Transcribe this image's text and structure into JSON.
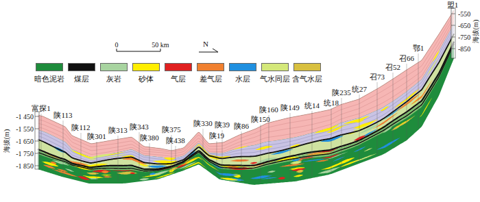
{
  "diagram": {
    "labels": [
      "富探1",
      "陕113",
      "陕112",
      "陕301",
      "陕313",
      "陕343",
      "陕380",
      "陕375",
      "陕438",
      "陕330",
      "陕19",
      "陕39",
      "陕86",
      "陕150",
      "陕160",
      "陕149",
      "统14",
      "统18",
      "陕235",
      "统27",
      "召73",
      "召52",
      "召66",
      "鄂1",
      "盟1",
      "-1 450",
      "-1 550",
      "-1 650",
      "-1 750",
      "-1 850",
      "海拔(m)",
      "-550",
      "-650",
      "-750",
      "-850",
      "海拔(m)",
      "0",
      "50 km",
      "N"
    ],
    "legend": [
      {
        "text": "暗色泥岩",
        "color": "#1e8c3c"
      },
      {
        "text": "煤层",
        "color": "#111111"
      },
      {
        "text": "灰岩",
        "color": "#a8d4a0"
      },
      {
        "text": "砂体",
        "color": "#ffee00"
      },
      {
        "text": "气层",
        "color": "#e02020"
      },
      {
        "text": "差气层",
        "color": "#f08030"
      },
      {
        "text": "水层",
        "color": "#2090e0"
      },
      {
        "text": "气水同层",
        "color": "#d4e87a"
      },
      {
        "text": "含气水层",
        "color": "#d8c040"
      }
    ]
  }
}
